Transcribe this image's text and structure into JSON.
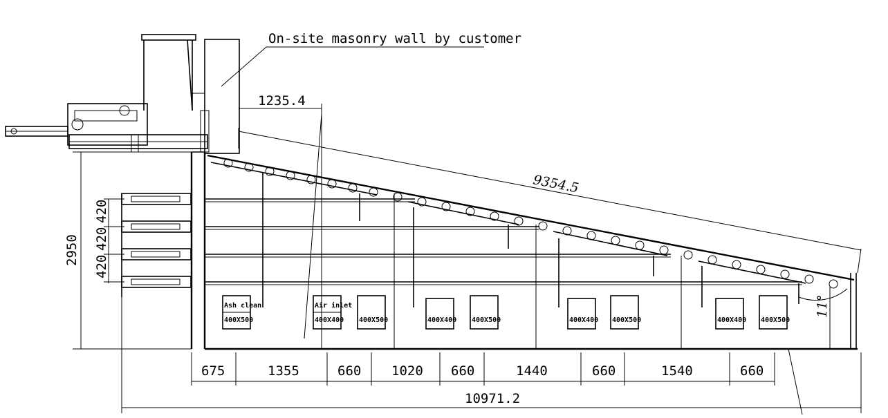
{
  "note_wall": "On-site masonry wall by customer",
  "dims": {
    "top_offset": "1235.4",
    "slope_length": "9354.5",
    "height": "2950",
    "spacing": [
      "420",
      "420",
      "420"
    ],
    "angle": "11°",
    "bottom_segments": [
      "675",
      "1355",
      "660",
      "1020",
      "660",
      "1440",
      "660",
      "1540",
      "660"
    ],
    "total_length": "10971.2"
  },
  "openings": [
    {
      "title": "Ash clean",
      "size": "400X500"
    },
    {
      "title": "Air inlet",
      "size": "400X400"
    },
    {
      "title": "",
      "size": "400X500"
    },
    {
      "title": "",
      "size": "400X400"
    },
    {
      "title": "",
      "size": "400X500"
    },
    {
      "title": "",
      "size": "400X400"
    },
    {
      "title": "",
      "size": "400X500"
    },
    {
      "title": "",
      "size": "400X400"
    },
    {
      "title": "",
      "size": "400X500"
    }
  ]
}
